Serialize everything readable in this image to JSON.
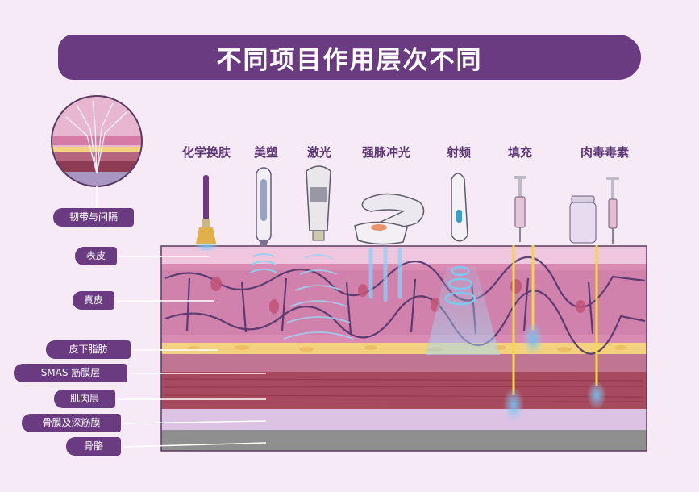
{
  "title": "不同项目作用层次不同",
  "tools": [
    {
      "label": "化学换肤",
      "icon": "brush-icon"
    },
    {
      "label": "美塑",
      "icon": "microneedling-pen-icon"
    },
    {
      "label": "激光",
      "icon": "laser-handpiece-icon"
    },
    {
      "label": "强脉冲光",
      "icon": "ipl-handpiece-icon"
    },
    {
      "label": "射频",
      "icon": "rf-wand-icon"
    },
    {
      "label": "填充",
      "icon": "syringe-icon"
    },
    {
      "label": "肉毒毒素",
      "icon": "vial-syringe-icon"
    }
  ],
  "layers": [
    {
      "label": "表皮"
    },
    {
      "label": "真皮"
    },
    {
      "label": "皮下脂肪"
    },
    {
      "label": "SMAS 筋膜层"
    },
    {
      "label": "肌肉层"
    },
    {
      "label": "骨膜及深筋膜"
    },
    {
      "label": "骨骼"
    }
  ],
  "inset_label": "韧带与间隔",
  "colors": {
    "banner": "#6a3b80",
    "background": "#f6eaf7",
    "epidermis": "#f0c6de",
    "dermis": "#d98bb4",
    "fat": "#f2d27e",
    "smas": "#b5657d",
    "muscle": "#a84a5f",
    "periosteum": "#ddc3e3",
    "bone": "#8f8f8f",
    "energy": "#86c8f0",
    "needle": "#f2d64a"
  }
}
